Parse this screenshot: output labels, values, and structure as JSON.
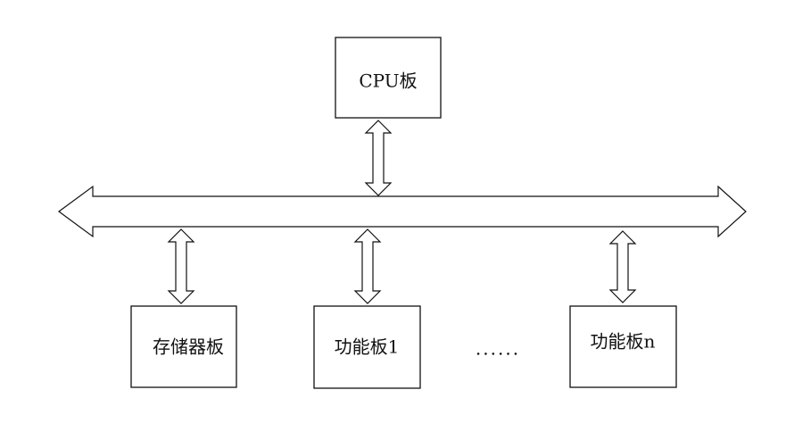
{
  "boards": {
    "cpu": {
      "label": "CPU板"
    },
    "memory": {
      "label": "存储器板"
    },
    "function1": {
      "label": "功能板1"
    },
    "functionN": {
      "label": "功能板n"
    }
  },
  "ellipsis": "......",
  "colors": {
    "stroke": "#111111",
    "fill": "#ffffff"
  }
}
